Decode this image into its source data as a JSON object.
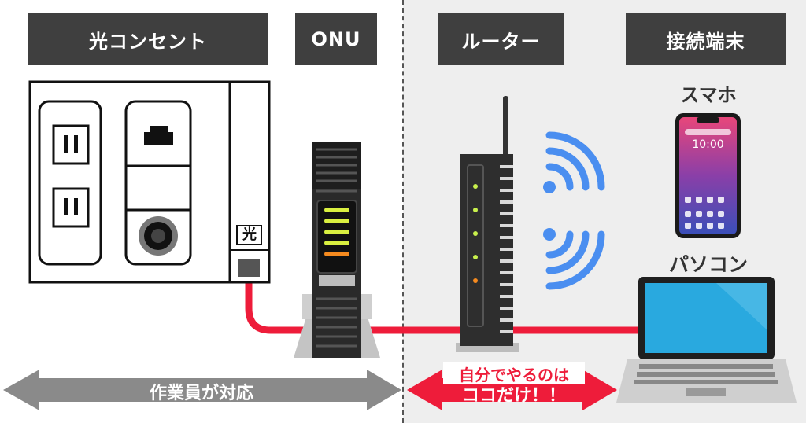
{
  "headers": {
    "outlet": "光コンセント",
    "onu": "ONU",
    "router": "ルーター",
    "devices": "接続端末"
  },
  "devices": {
    "smartphone_label": "スマホ",
    "smartphone_time": "10:00",
    "pc_label": "パソコン"
  },
  "outlet": {
    "fiber_mark": "光"
  },
  "arrows": {
    "left_label": "作業員が対応",
    "right_label_line1": "自分でやるのは",
    "right_label_line2": "ココだけ！！"
  },
  "colors": {
    "header_bg": "#3f3f3f",
    "cable": "#ee1c3a",
    "wifi": "#4a8ef0",
    "left_arrow": "#8a8a8a",
    "right_arrow": "#ee1c3a"
  }
}
